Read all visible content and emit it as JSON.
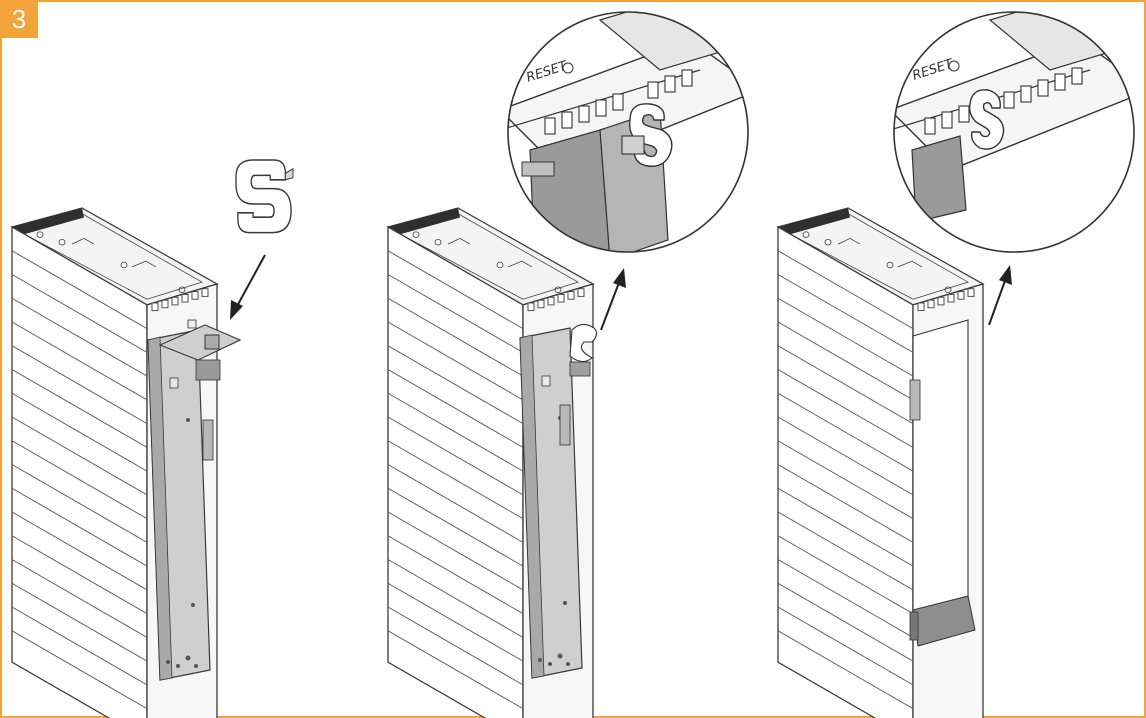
{
  "step": {
    "number": "3"
  },
  "figures": [
    {
      "id": "fig-1",
      "callout": null,
      "arrow": "down-left"
    },
    {
      "id": "fig-2",
      "callout": {
        "label": "RESET"
      },
      "arrow": "up-right"
    },
    {
      "id": "fig-3",
      "callout": {
        "label": "RESET"
      },
      "arrow": "up-right"
    }
  ],
  "colors": {
    "accent": "#f2a33a",
    "line": "#3a3a3a",
    "metal": "#c9c9c9",
    "shadow": "#8e8e8e",
    "panel": "#d6d6d6"
  }
}
